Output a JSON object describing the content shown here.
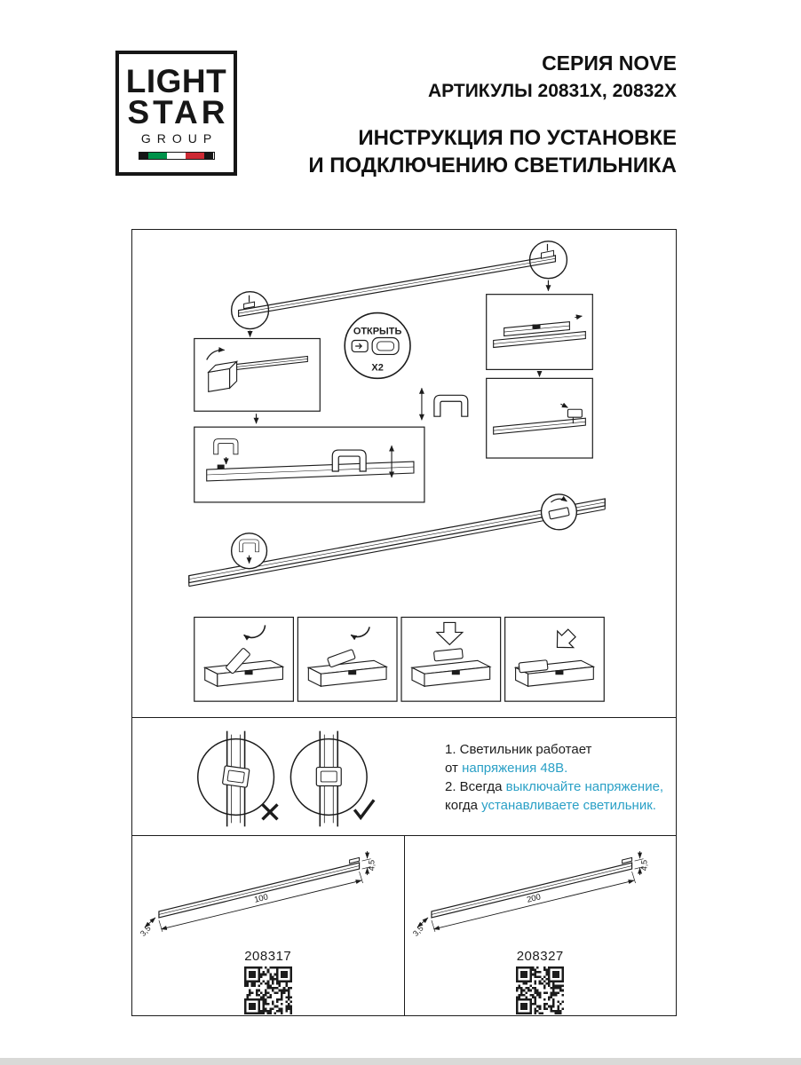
{
  "colors": {
    "ink": "#1c1c1c",
    "note_blue": "#2aa0c6",
    "flag_green": "#00924a",
    "flag_red": "#cd2a34"
  },
  "logo": {
    "line1": "LIGHT",
    "line2": "STAR",
    "line3": "GROUP"
  },
  "header": {
    "series": "СЕРИЯ NOVE",
    "articles": "АРТИКУЛЫ 20831X, 20832X",
    "title_line1": "ИНСТРУКЦИЯ ПО УСТАНОВКЕ",
    "title_line2": "И ПОДКЛЮЧЕНИЮ СВЕТИЛЬНИКА"
  },
  "diagram": {
    "open_label": "ОТКРЫТЬ",
    "open_count": "X2"
  },
  "notes": {
    "n1a": "1. Светильник работает",
    "n1b": "от ",
    "n1c": "напряжения 48В.",
    "n2a": "2. Всегда ",
    "n2b": "выключайте напряжение,",
    "n2c": "когда ",
    "n2d": "устанавливаете светильник."
  },
  "products": [
    {
      "code": "208317",
      "length": "100",
      "height": "4,5",
      "depth": "3,5"
    },
    {
      "code": "208327",
      "length": "200",
      "height": "4,5",
      "depth": "3,5"
    }
  ]
}
